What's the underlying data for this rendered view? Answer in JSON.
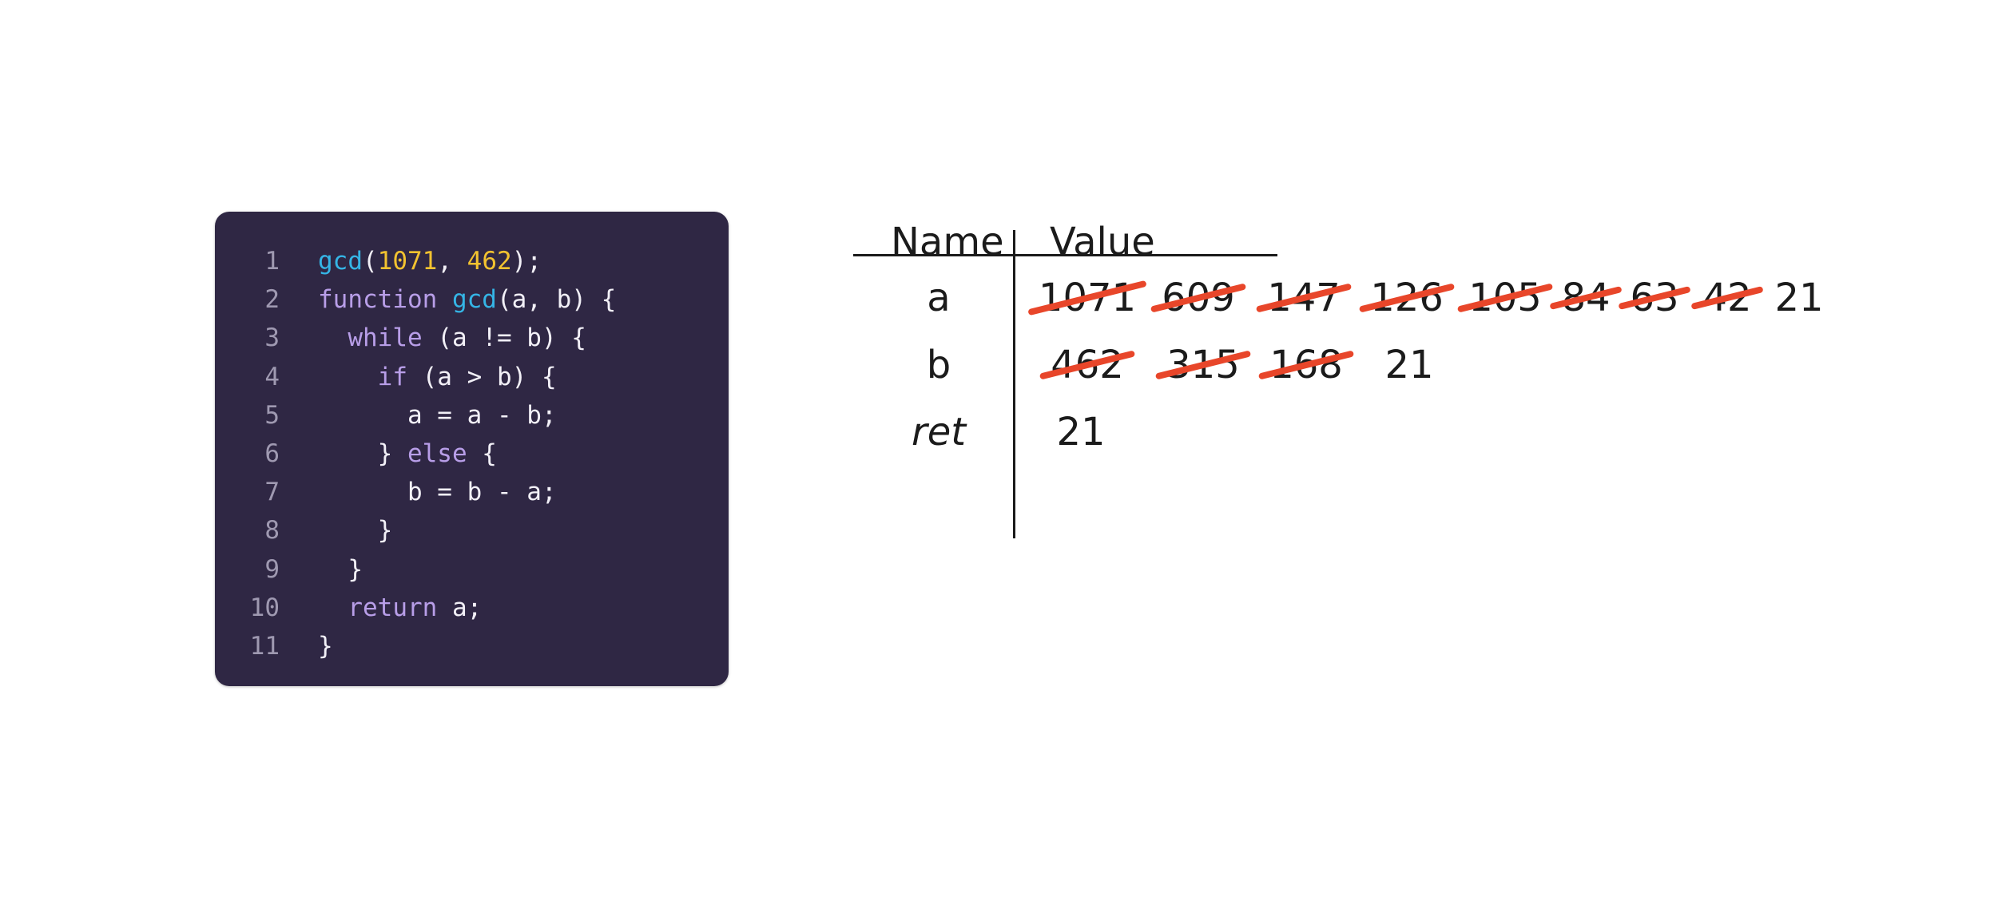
{
  "code": {
    "lines": [
      {
        "n": "1",
        "tokens": [
          {
            "t": "gcd",
            "k": "fn"
          },
          {
            "t": "(",
            "k": "plain"
          },
          {
            "t": "1071",
            "k": "num"
          },
          {
            "t": ", ",
            "k": "plain"
          },
          {
            "t": "462",
            "k": "num"
          },
          {
            "t": ");",
            "k": "plain"
          }
        ]
      },
      {
        "n": "2",
        "tokens": [
          {
            "t": "function",
            "k": "kw"
          },
          {
            "t": " ",
            "k": "plain"
          },
          {
            "t": "gcd",
            "k": "fn"
          },
          {
            "t": "(a, b) {",
            "k": "plain"
          }
        ]
      },
      {
        "n": "3",
        "tokens": [
          {
            "t": "  ",
            "k": "plain"
          },
          {
            "t": "while",
            "k": "kw"
          },
          {
            "t": " (a != b) {",
            "k": "plain"
          }
        ]
      },
      {
        "n": "4",
        "tokens": [
          {
            "t": "    ",
            "k": "plain"
          },
          {
            "t": "if",
            "k": "kw"
          },
          {
            "t": " (a > b) {",
            "k": "plain"
          }
        ]
      },
      {
        "n": "5",
        "tokens": [
          {
            "t": "      a = a - b;",
            "k": "plain"
          }
        ]
      },
      {
        "n": "6",
        "tokens": [
          {
            "t": "    } ",
            "k": "plain"
          },
          {
            "t": "else",
            "k": "kw"
          },
          {
            "t": " {",
            "k": "plain"
          }
        ]
      },
      {
        "n": "7",
        "tokens": [
          {
            "t": "      b = b - a;",
            "k": "plain"
          }
        ]
      },
      {
        "n": "8",
        "tokens": [
          {
            "t": "    }",
            "k": "plain"
          }
        ]
      },
      {
        "n": "9",
        "tokens": [
          {
            "t": "  }",
            "k": "plain"
          }
        ]
      },
      {
        "n": "10",
        "tokens": [
          {
            "t": "  ",
            "k": "plain"
          },
          {
            "t": "return",
            "k": "kw"
          },
          {
            "t": " a;",
            "k": "plain"
          }
        ]
      },
      {
        "n": "11",
        "tokens": [
          {
            "t": "}",
            "k": "plain"
          }
        ]
      }
    ]
  },
  "table": {
    "header_name": "Name",
    "header_value": "Value",
    "rows": [
      {
        "name": "a",
        "italic": false,
        "values": [
          "1071",
          "609",
          "147",
          "126",
          "105",
          "84",
          "63",
          "42",
          "21"
        ],
        "struck": [
          true,
          true,
          true,
          true,
          true,
          true,
          true,
          true,
          false
        ]
      },
      {
        "name": "b",
        "italic": false,
        "values": [
          "462",
          "315",
          "168",
          "21"
        ],
        "struck": [
          true,
          true,
          true,
          false
        ]
      },
      {
        "name": "ret",
        "italic": true,
        "values": [
          "21"
        ],
        "struck": [
          false
        ]
      }
    ]
  },
  "colors": {
    "panel_bg": "#2f2744",
    "function_name": "#35b5e6",
    "number_literal": "#f2c230",
    "keyword": "#b89ee8",
    "strike_through": "#e8462a"
  }
}
